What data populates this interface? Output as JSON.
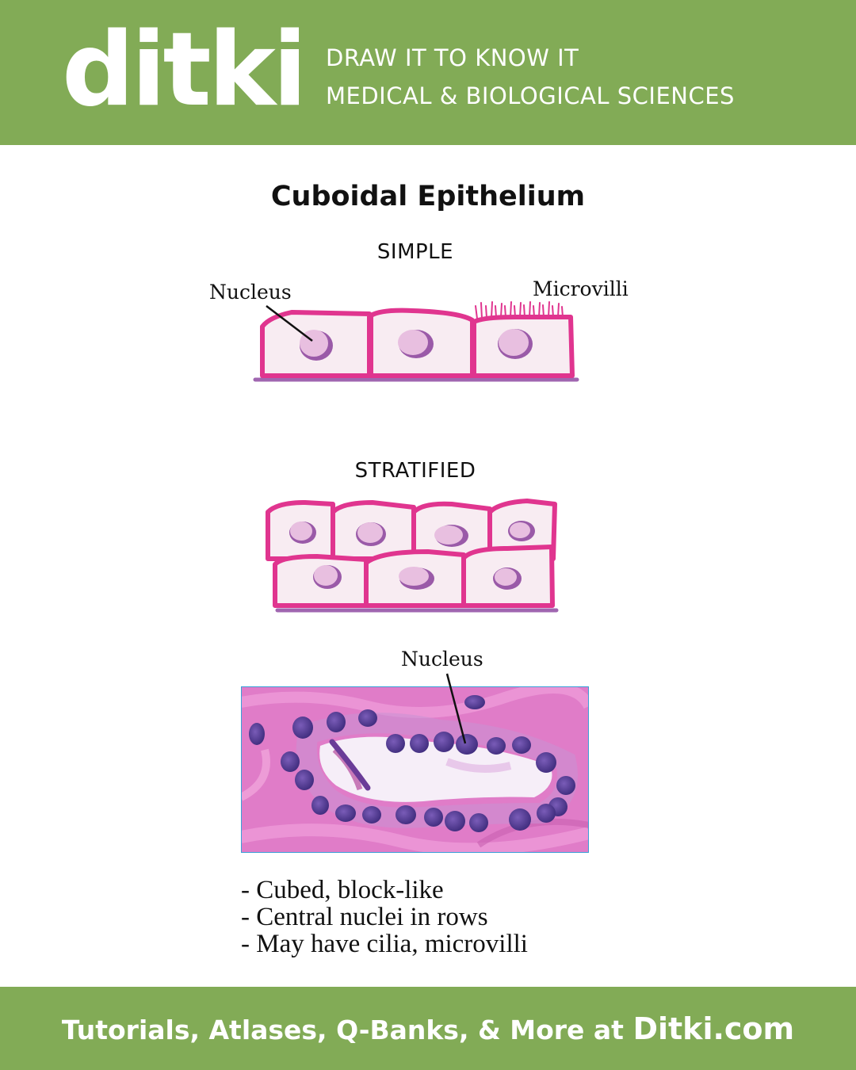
{
  "header": {
    "logo": "ditki",
    "tagline_line1": "DRAW IT TO KNOW IT",
    "tagline_line2": "MEDICAL & BIOLOGICAL SCIENCES"
  },
  "title": "Cuboidal Epithelium",
  "simple": {
    "heading": "SIMPLE",
    "label_nucleus": "Nucleus",
    "label_microvilli": "Microvilli"
  },
  "stratified": {
    "heading": "STRATIFIED"
  },
  "micrograph": {
    "label_nucleus": "Nucleus"
  },
  "notes": [
    "- Cubed, block-like",
    "- Central nuclei in rows",
    "- May have cilia, microvilli"
  ],
  "footer": {
    "text": "Tutorials, Atlases, Q-Banks, & More at ",
    "site": "Ditki.com"
  },
  "colors": {
    "brand_green": "#82ab56",
    "cell_border": "#e0358f",
    "cell_fill": "#f8ecf2",
    "nucleus_fill": "#e8bfe0",
    "nucleus_rim": "#9a5aa8",
    "basement": "#a066b0"
  }
}
